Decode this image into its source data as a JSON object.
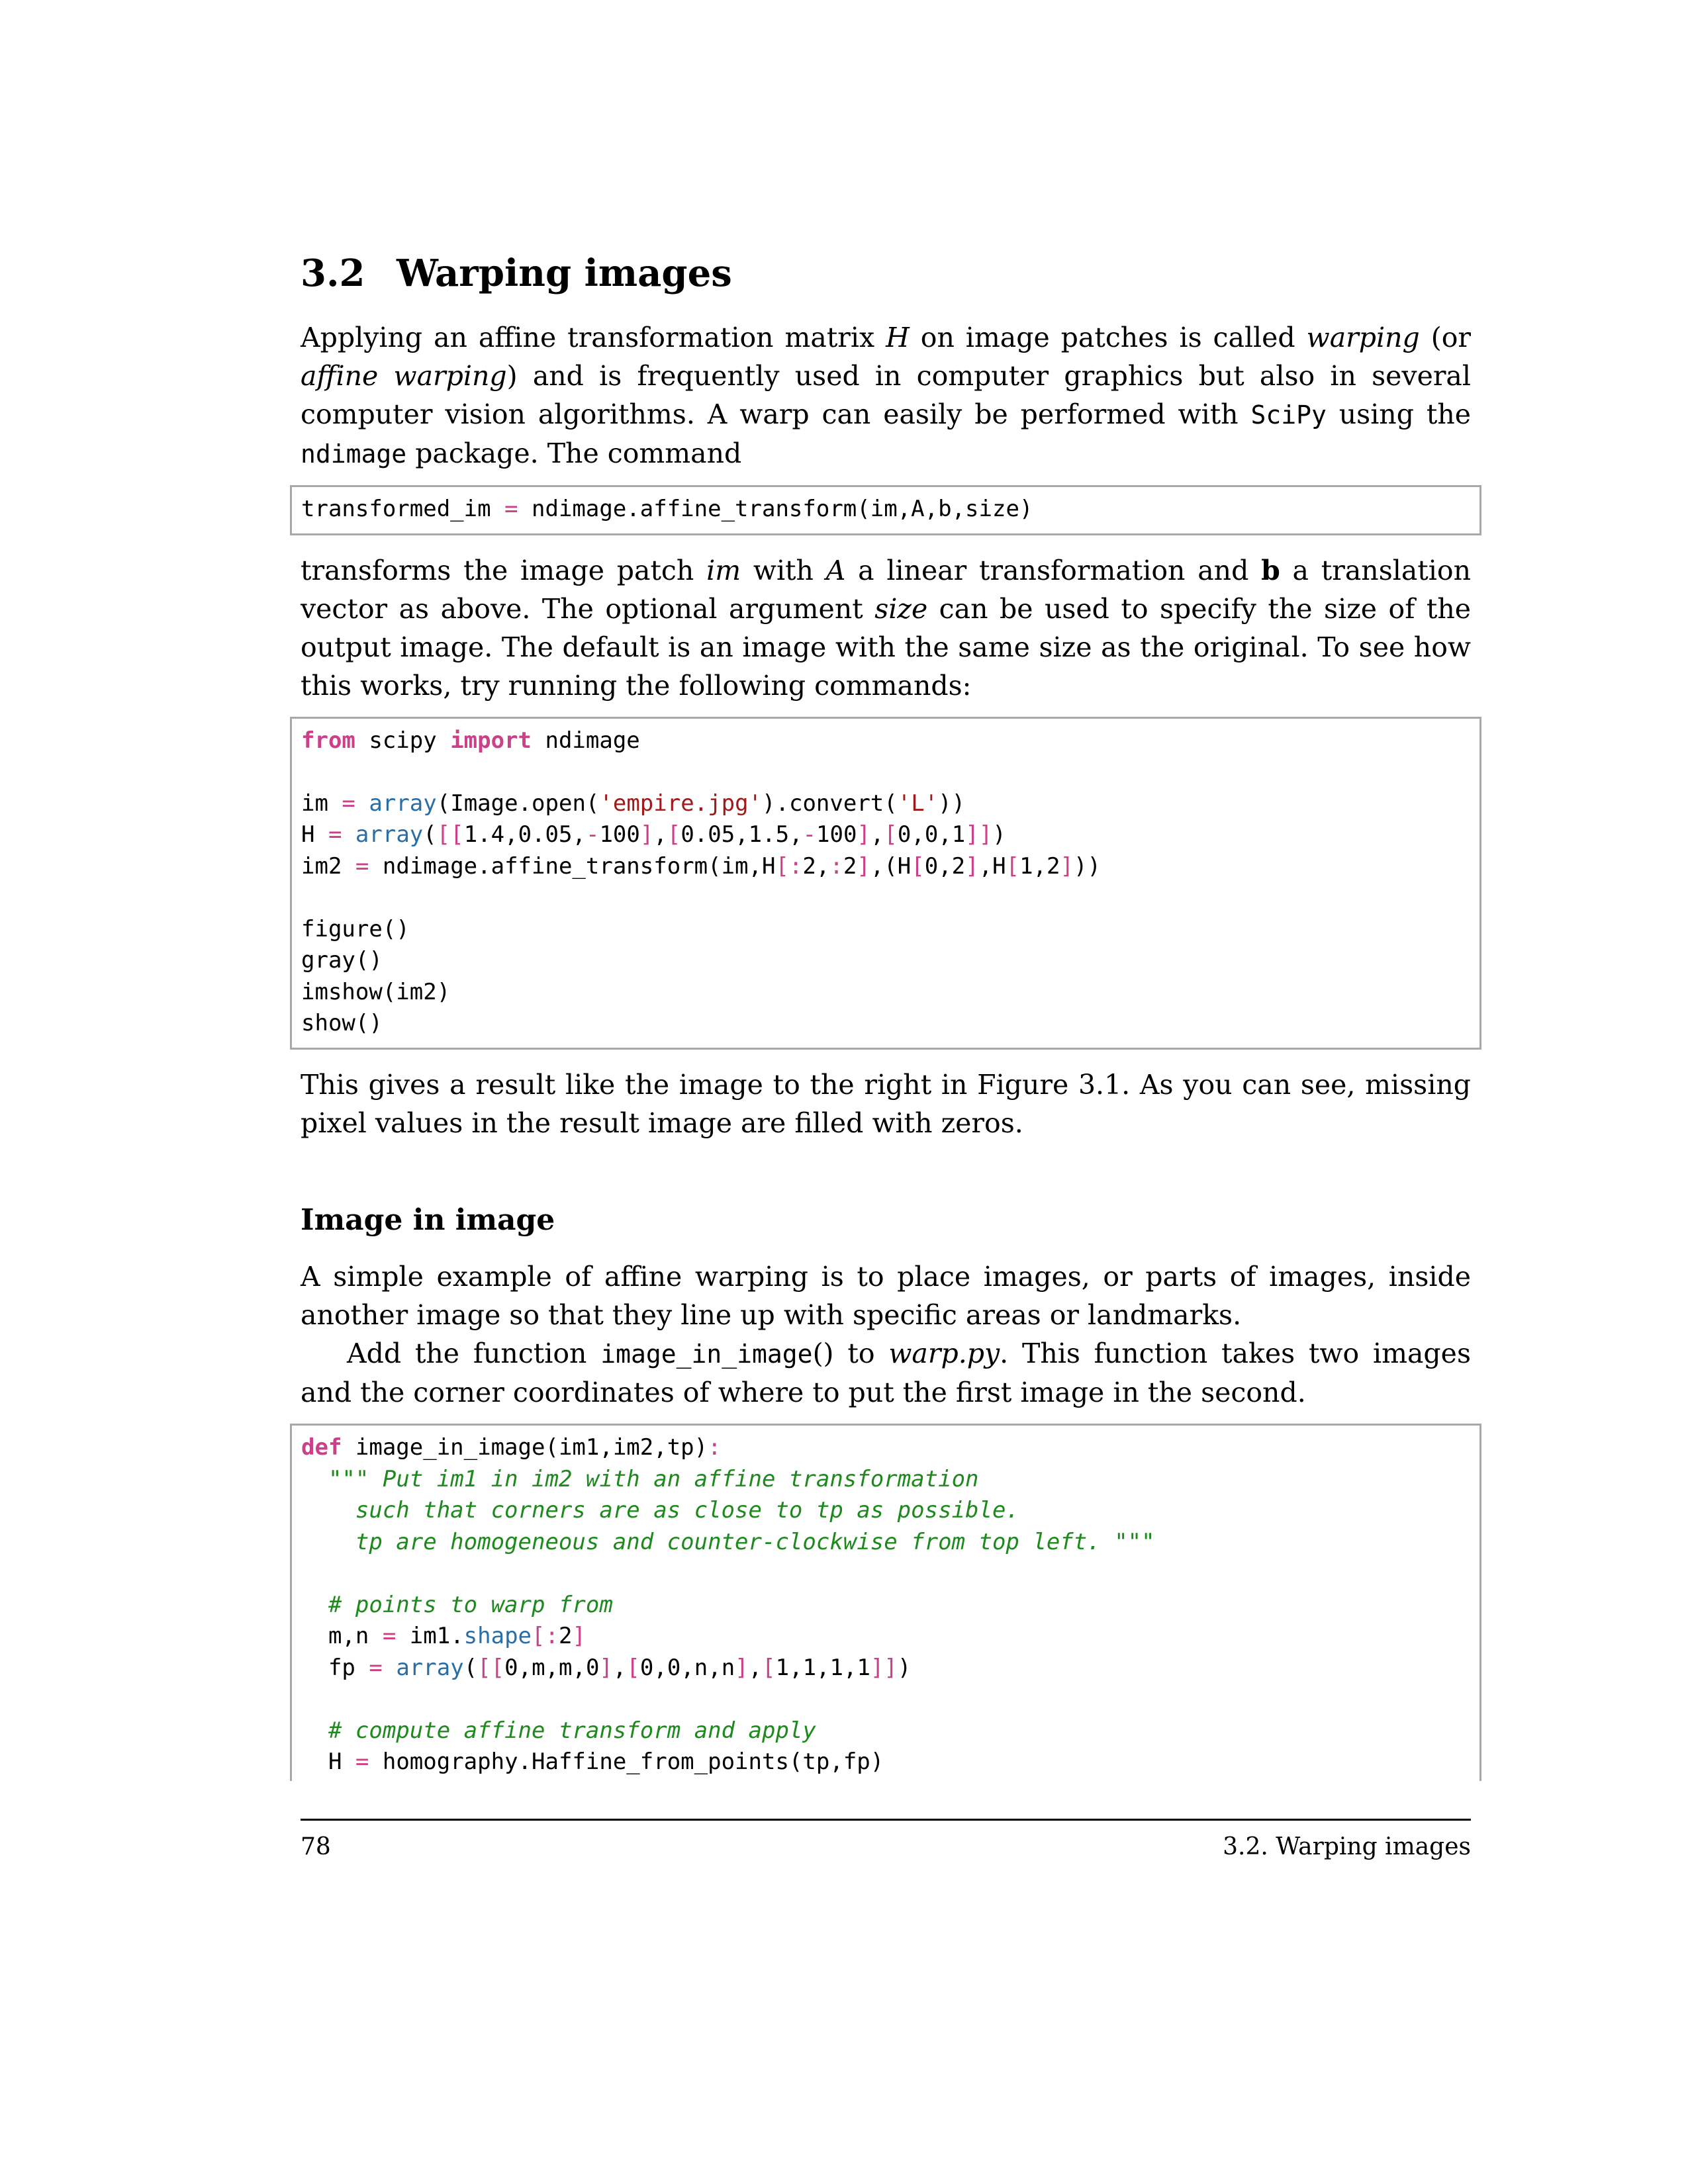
{
  "section": {
    "number": "3.2",
    "title": "Warping images"
  },
  "para1": {
    "t1": "Applying an affine transformation matrix ",
    "m1": "H",
    "t2": " on image patches is called ",
    "e1": "warping",
    "t3": " (or ",
    "e2": "affine warping",
    "t4": ") and is frequently used in computer graphics but also in several computer vision algorithms. A warp can easily be performed with ",
    "c1": "SciPy",
    "t5": " using the ",
    "c2": "ndimage",
    "t6": " package. The command"
  },
  "code1": {
    "a": "transformed_im ",
    "b": "=",
    "c": " ndimage.affine_transform(im,A,b,size)"
  },
  "para2": {
    "t1": "transforms the image patch ",
    "e1": "im",
    "t2": " with ",
    "m1": "A",
    "t3": " a linear transformation and ",
    "b1": "b",
    "t4": " a translation vector as above.  The optional argument ",
    "e2": "size",
    "t5": " can be used to specify the size of the output image. The default is an image with the same size as the original. To see how this works, try running the following commands:"
  },
  "code2": {
    "l1_kw1": "from",
    "l1_t1": " scipy ",
    "l1_kw2": "import",
    "l1_t2": " ndimage",
    "l3_a": "im ",
    "l3_eq": "=",
    "l3_sp": " ",
    "l3_fn": "array",
    "l3_b": "(Image.open(",
    "l3_s1": "'empire.jpg'",
    "l3_c": ").convert(",
    "l3_s2": "'L'",
    "l3_d": "))",
    "l4_a": "H ",
    "l4_eq": "=",
    "l4_sp": " ",
    "l4_fn": "array",
    "l4_b": "(",
    "l4_o1": "[[",
    "l4_c": "1.4,0.05,",
    "l4_o2": "-",
    "l4_d": "100",
    "l4_o3": "]",
    "l4_e": ",",
    "l4_o4": "[",
    "l4_f": "0.05,1.5,",
    "l4_o5": "-",
    "l4_g": "100",
    "l4_o6": "]",
    "l4_h": ",",
    "l4_o7": "[",
    "l4_i": "0,0,1",
    "l4_o8": "]]",
    "l4_j": ")",
    "l5_a": "im2 ",
    "l5_eq": "=",
    "l5_b": " ndimage.affine_transform(im,H",
    "l5_o1": "[:",
    "l5_c": "2,",
    "l5_o2": ":",
    "l5_d": "2",
    "l5_o3": "]",
    "l5_e": ",(H",
    "l5_o4": "[",
    "l5_f": "0,2",
    "l5_o5": "]",
    "l5_g": ",H",
    "l5_o6": "[",
    "l5_h": "1,2",
    "l5_o7": "]",
    "l5_i": "))",
    "l7": "figure()",
    "l8": "gray()",
    "l9": "imshow(im2)",
    "l10": "show()"
  },
  "para3": "This gives a result like the image to the right in Figure 3.1.  As you can see, missing pixel values in the result image are filled with zeros.",
  "subsection": "Image in image",
  "para4": "A simple example of affine warping is to place images, or parts of images, inside another image so that they line up with specific areas or landmarks.",
  "para5": {
    "t1": "Add the function ",
    "c1": "image_in_image",
    "m1": "()",
    "t2": " to ",
    "e1": "warp.py",
    "t3": ". This function takes two images and the corner coordinates of where to put the first image in the second."
  },
  "code3": {
    "l1_kw": "def",
    "l1_a": " image_in_image(im1,im2,tp)",
    "l1_op": ":",
    "l2_ind": "  ",
    "l2_q": "\"\"\"",
    "l2_cm": " Put im1 in im2 with an affine transformation",
    "l3": "    such that corners are as close to tp as possible.",
    "l4_cm": "    tp are homogeneous and counter-clockwise from top left. ",
    "l4_q": "\"\"\"",
    "l6_ind": "  ",
    "l6_cm": "# points to warp from",
    "l7_a": "  m,n ",
    "l7_eq": "=",
    "l7_b": " im1.",
    "l7_fn": "shape",
    "l7_o1": "[:",
    "l7_c": "2",
    "l7_o2": "]",
    "l8_a": "  fp ",
    "l8_eq": "=",
    "l8_sp": " ",
    "l8_fn": "array",
    "l8_b": "(",
    "l8_o1": "[[",
    "l8_c": "0,m,m,0",
    "l8_o2": "]",
    "l8_d": ",",
    "l8_o3": "[",
    "l8_e": "0,0,n,n",
    "l8_o4": "]",
    "l8_f": ",",
    "l8_o5": "[",
    "l8_g": "1,1,1,1",
    "l8_o6": "]]",
    "l8_h": ")",
    "l10_ind": "  ",
    "l10_cm": "# compute affine transform and apply",
    "l11_a": "  H ",
    "l11_eq": "=",
    "l11_b": " homography.Haffine_from_points(tp,fp)"
  },
  "footer": {
    "page_number": "78",
    "running_title": "3.2. Warping images"
  }
}
